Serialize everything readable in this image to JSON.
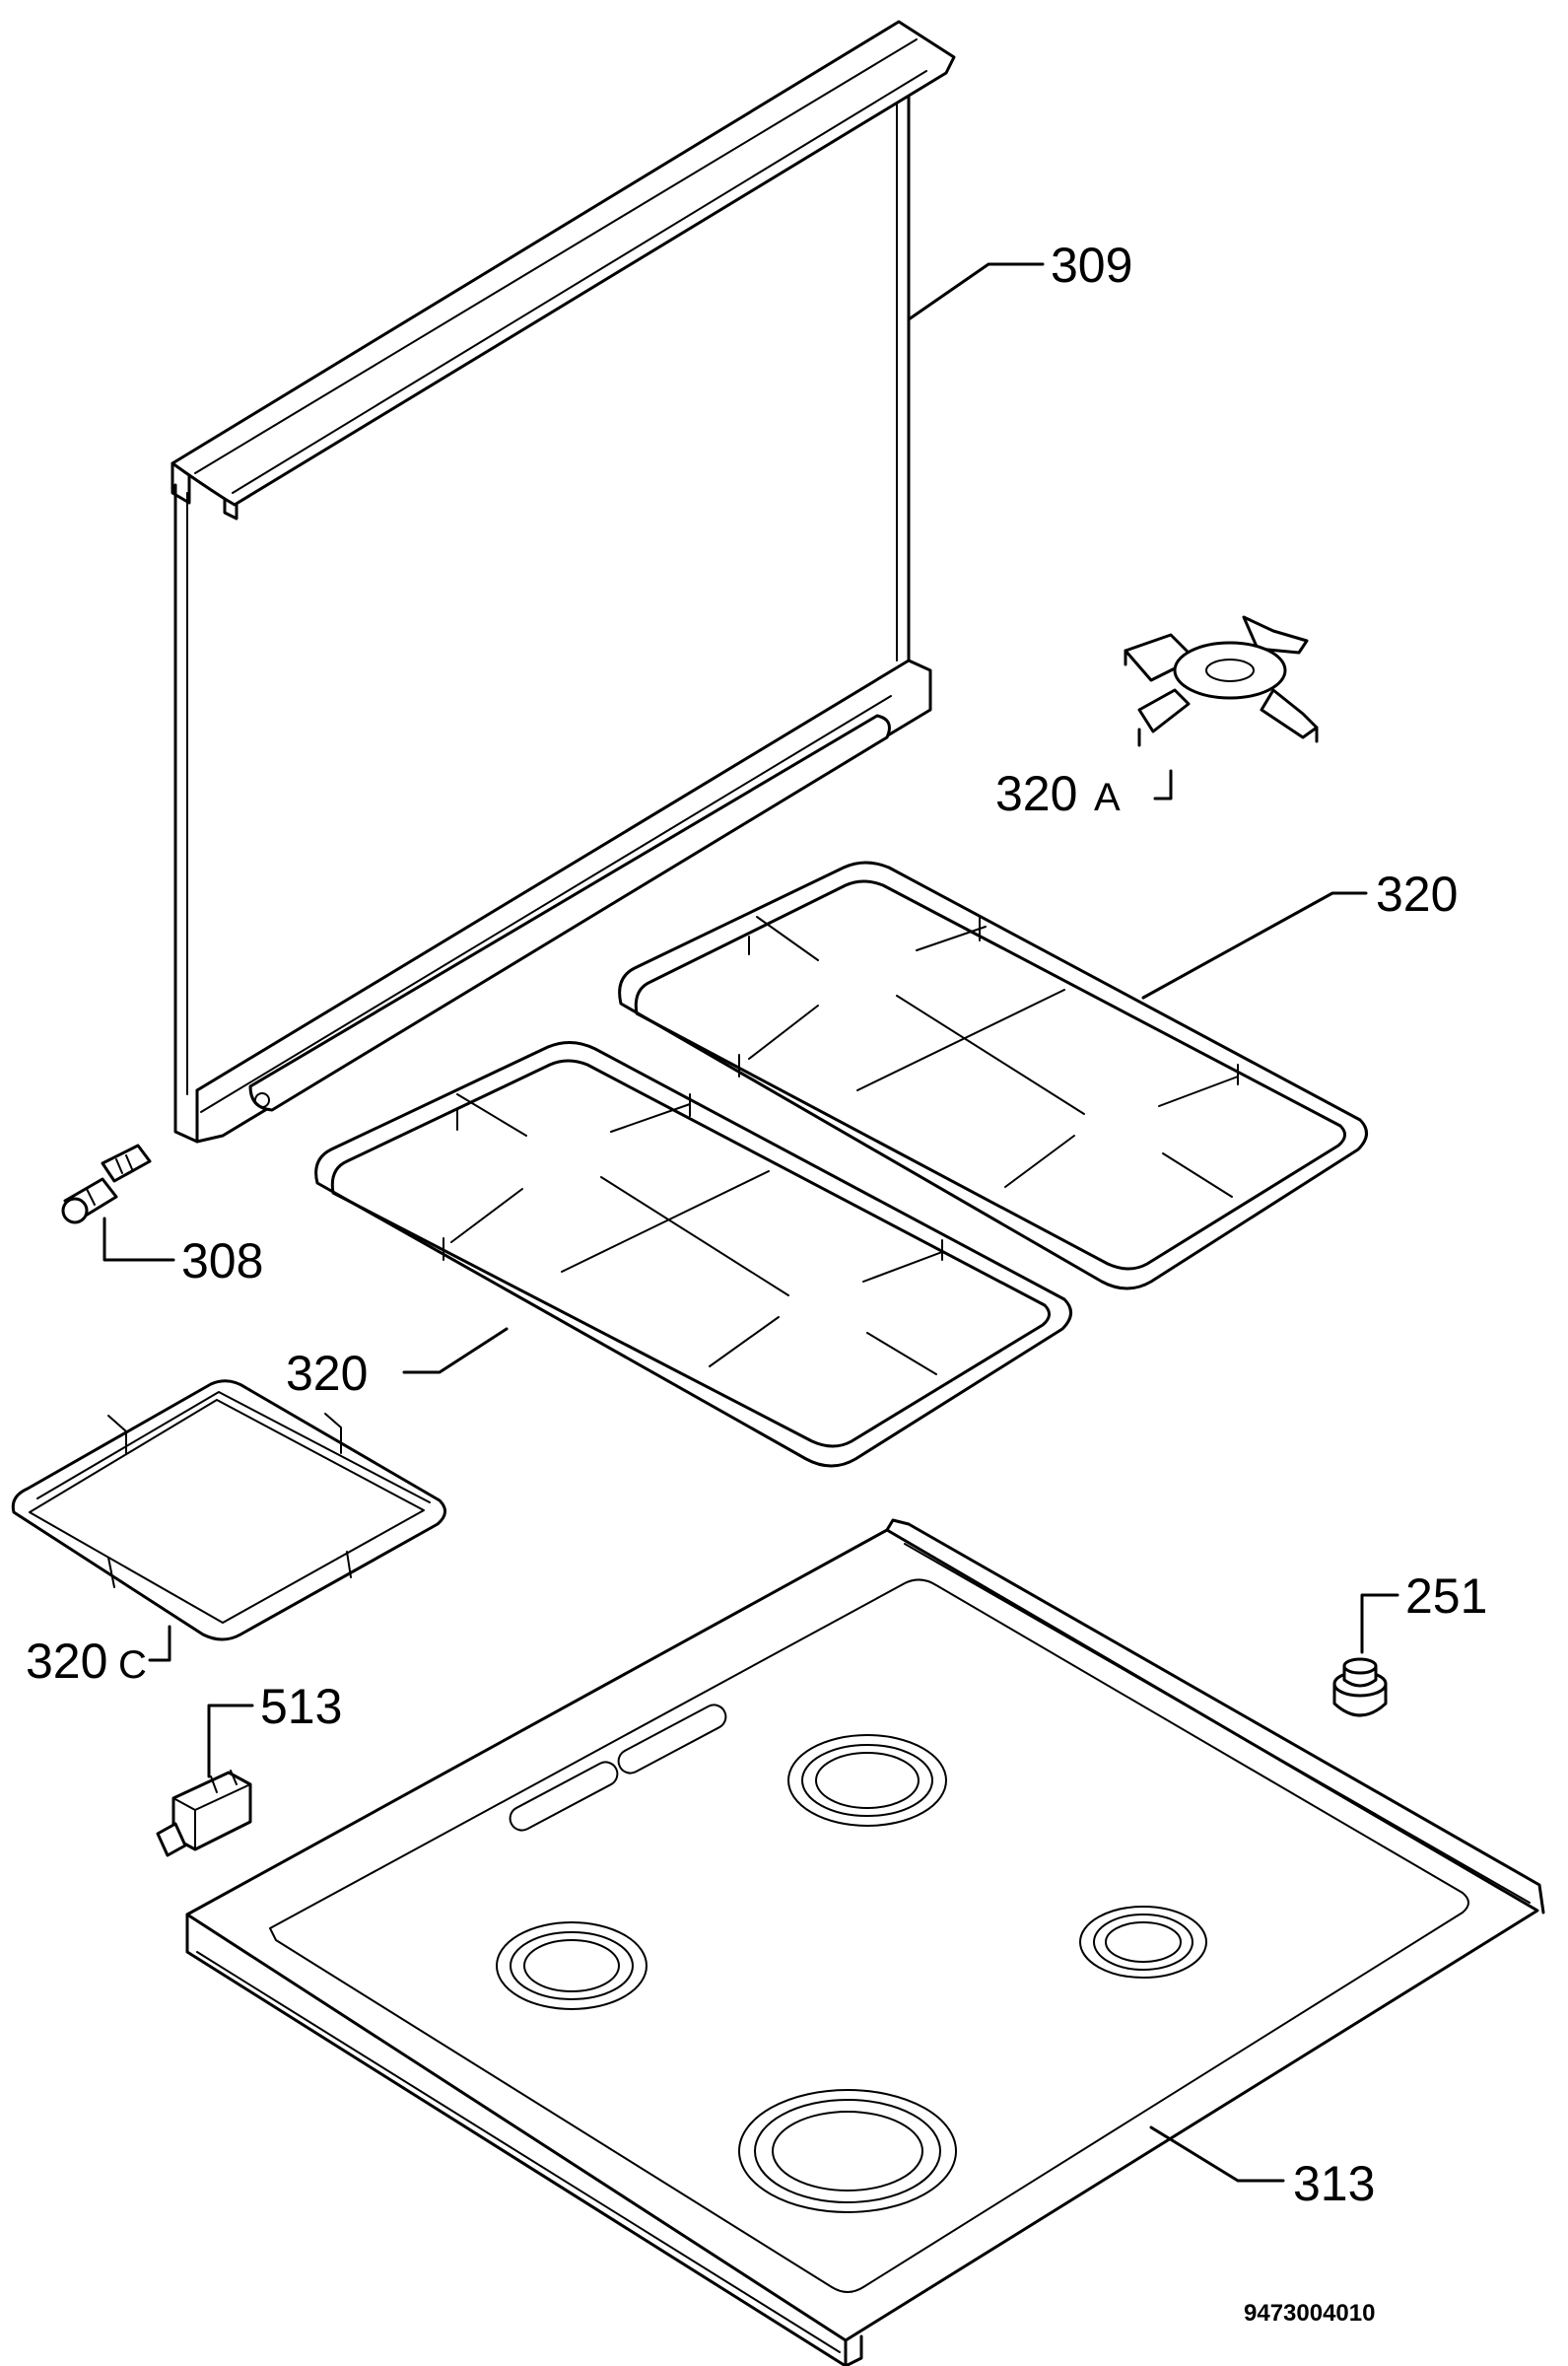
{
  "callouts": {
    "p309": "309",
    "p320a": "320",
    "p320a_suffix": "A",
    "p320_right": "320",
    "p308": "308",
    "p320_left": "320",
    "p320c": "320",
    "p320c_suffix": "C",
    "p251": "251",
    "p513": "513",
    "p313": "313"
  },
  "document_number": "9473004010",
  "colors": {
    "line": "#000000",
    "background": "#ffffff"
  }
}
